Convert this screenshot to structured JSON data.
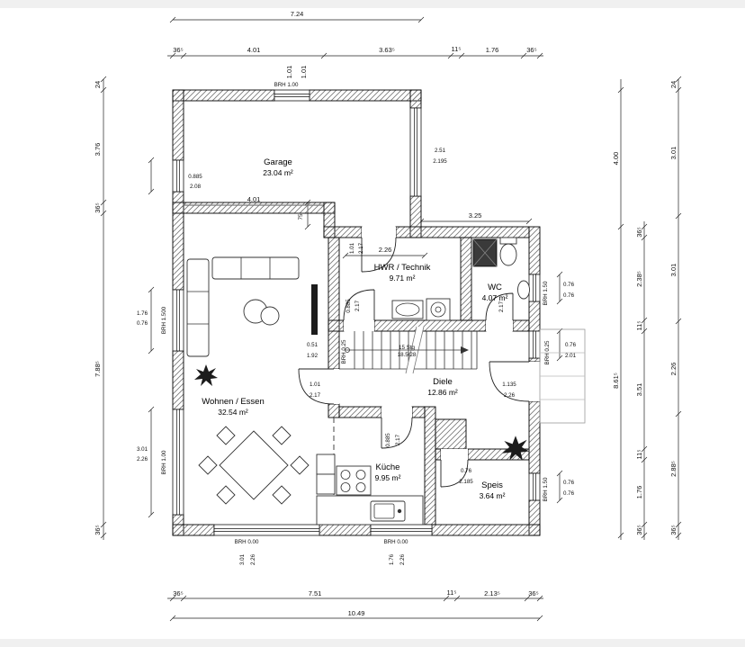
{
  "page": {
    "background": "#ffffff",
    "band_color": "#f0f0f0",
    "line_color": "#1a1a1a"
  },
  "rooms": [
    {
      "name": "Garage",
      "area": "23.04 m²"
    },
    {
      "name": "HWR / Technik",
      "area": "9.71 m²"
    },
    {
      "name": "WC",
      "area": "4.07 m²"
    },
    {
      "name": "Wohnen / Essen",
      "area": "32.54 m²"
    },
    {
      "name": "Diele",
      "area": "12.86 m²"
    },
    {
      "name": "Küche",
      "area": "9.95 m²"
    },
    {
      "name": "Speis",
      "area": "3.64 m²"
    }
  ],
  "stairs": {
    "count": "15 Stg",
    "ratio": "18.5/28"
  },
  "dim_top": {
    "overall": "7.24",
    "chain": [
      "36⁵",
      "4.01",
      "3.63⁵",
      "11⁵",
      "1.76",
      "36⁵"
    ],
    "window": [
      "1.01",
      "1.01"
    ],
    "brh": "BRH 1.00"
  },
  "dim_bottom": {
    "overall": "10.49",
    "chain": [
      "36⁵",
      "7.51",
      "11⁵",
      "2.13⁵",
      "36⁵"
    ],
    "brh_left": "BRH 0.00",
    "brh_right": "BRH 0.00",
    "window_left": [
      "3.01",
      "2.26"
    ],
    "window_right": [
      "1.76",
      "2.26"
    ]
  },
  "dim_left": {
    "chain": [
      "24",
      "3.76",
      "36⁵",
      "7.88⁵",
      "36⁵"
    ],
    "window_upper": [
      "1.76",
      "0.76"
    ],
    "window_upper_brh": "BRH 1.500",
    "window_lower": [
      "3.01",
      "2.26"
    ],
    "window_lower_brh": "BRH 1.00",
    "garage_window": [
      "0.885",
      "2.08"
    ]
  },
  "dim_right": {
    "overall_upper": "4.00",
    "overall_lower": "8.61⁵",
    "chain_inner": [
      "36⁵",
      "2.38⁵",
      "11⁵",
      "3.51",
      "11⁵",
      "1.76",
      "36⁵"
    ],
    "chain_outer": [
      "24",
      "3.01",
      "3.01",
      "2.26",
      "2.88⁵",
      "36⁵"
    ],
    "wc_window": [
      "0.76",
      "0.76"
    ],
    "wc_window_brh": "BRH 1.50",
    "hall_window": [
      "0.76",
      "2.01"
    ],
    "hall_window_brh": "BRH 0.25",
    "speis_window": [
      "0.76",
      "0.76"
    ],
    "speis_window_brh": "BRH 1.50"
  },
  "dim_inner": {
    "garage_width": "4.01",
    "garage_step": "75",
    "wc_block": "3.25",
    "hwr_width": "2.26",
    "garage_window_east": [
      "2.51",
      "2.195"
    ],
    "door_garage_hwr": [
      "1.01",
      "2.17"
    ],
    "door_hwr": [
      "0.885",
      "2.17"
    ],
    "door_wc": "2.17",
    "wall_niche": [
      "0.51",
      "1.92"
    ],
    "stair_brh": "BRH 0.25",
    "door_wohnen": [
      "1.01",
      "2.17"
    ],
    "door_entry": [
      "1.135",
      "2.26"
    ],
    "door_kueche": [
      "0.885",
      "2.17"
    ],
    "door_speis": [
      "0.76",
      "2.185"
    ]
  }
}
